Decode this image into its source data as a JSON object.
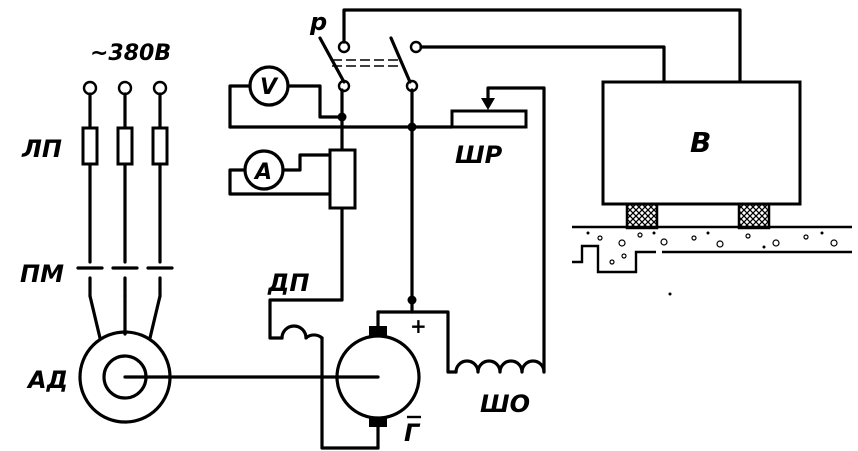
{
  "labels": {
    "supply": "~380В",
    "relay": "р",
    "line_fuses": "ЛП",
    "magnetic_starter": "ПМ",
    "induction_motor": "АД",
    "voltmeter": "V",
    "ammeter": "А",
    "field_rheostat": "ШР",
    "additional_pole": "ДП",
    "generator": "Г",
    "shunt_winding": "ШО",
    "plus_terminal": "+",
    "vibrator": "В"
  },
  "colors": {
    "ink": "#000000",
    "paper": "#ffffff",
    "hatch": "#000000"
  }
}
